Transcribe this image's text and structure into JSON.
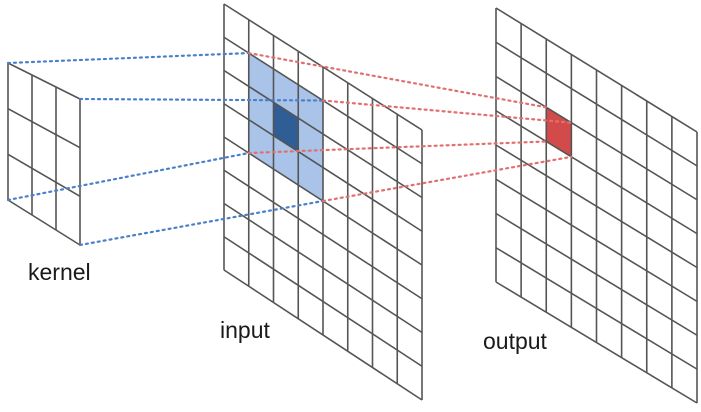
{
  "labels": {
    "kernel": "kernel",
    "input": "input",
    "output": "output"
  },
  "grids": {
    "kernel": {
      "rows": 3,
      "cols": 3
    },
    "input": {
      "rows": 8,
      "cols": 8,
      "receptive_field_rows": 3,
      "receptive_field_cols": 3
    },
    "output": {
      "rows": 8,
      "cols": 8
    }
  },
  "colors": {
    "grid_line": "#555555",
    "receptive_field": "#a9c4e8",
    "center_cell": "#2f5d95",
    "output_cell": "#d24a4a",
    "kernel_projection": "#4a7fc9",
    "output_projection": "#e07070"
  }
}
